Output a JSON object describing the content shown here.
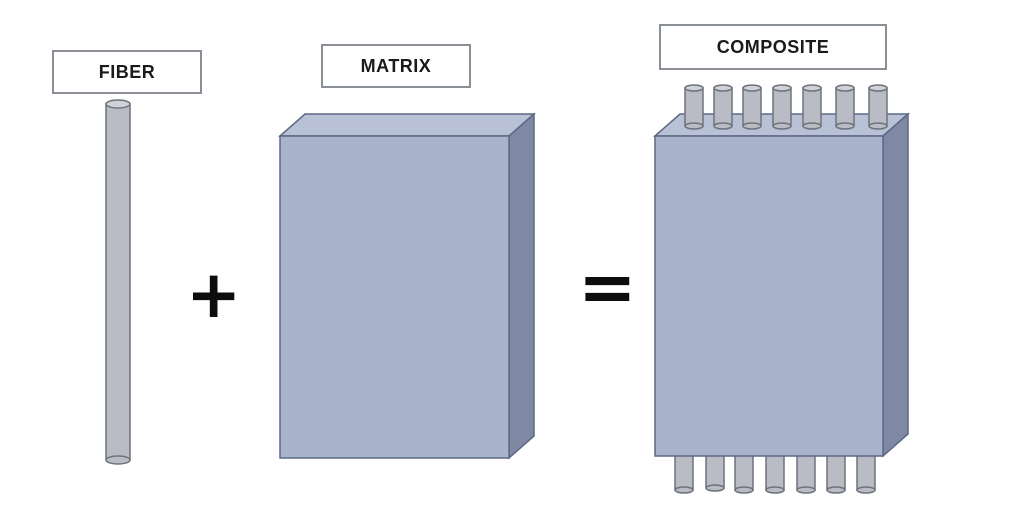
{
  "labels": {
    "fiber": "FIBER",
    "matrix": "MATRIX",
    "composite": "COMPOSITE"
  },
  "operators": {
    "plus": "+",
    "equals": "="
  },
  "colors": {
    "fiber_fill": "#b9bcc4",
    "fiber_stroke": "#6e737b",
    "block_front": "#a9b3cb",
    "block_top": "#b8c1d6",
    "block_side": "#7f89a3",
    "block_stroke": "#5d6886",
    "label_border": "#8a8f96"
  }
}
